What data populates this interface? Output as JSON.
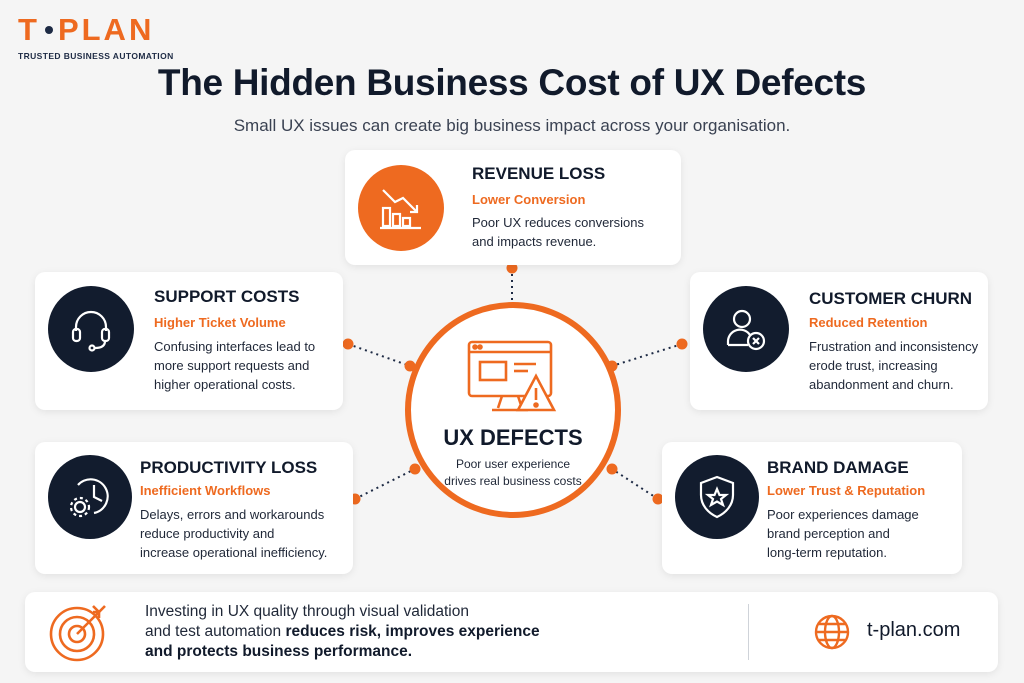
{
  "brand": {
    "name_left": "T",
    "name_right": "PLAN",
    "tagline": "TRUSTED BUSINESS AUTOMATION",
    "accent_color": "#ee6a20",
    "dark_color": "#121c2e"
  },
  "header": {
    "title": "The Hidden Business Cost of UX Defects",
    "subtitle": "Small UX issues can create big business impact across your organisation."
  },
  "center": {
    "icon": "monitor-warning-icon",
    "title": "UX DEFECTS",
    "desc_line1": "Poor user experience",
    "desc_line2": "drives real business costs"
  },
  "cards": {
    "revenue": {
      "icon": "chart-decline-icon",
      "title": "REVENUE LOSS",
      "subtitle": "Lower Conversion",
      "desc": [
        "Poor UX reduces conversions",
        "and impacts revenue."
      ]
    },
    "support": {
      "icon": "headset-icon",
      "title": "SUPPORT COSTS",
      "subtitle": "Higher Ticket Volume",
      "desc": [
        "Confusing interfaces lead to",
        "more support requests and",
        "higher operational costs."
      ]
    },
    "churn": {
      "icon": "user-remove-icon",
      "title": "CUSTOMER CHURN",
      "subtitle": "Reduced Retention",
      "desc": [
        "Frustration and inconsistency",
        "erode trust, increasing",
        "abandonment and churn."
      ]
    },
    "productivity": {
      "icon": "clock-gear-icon",
      "title": "PRODUCTIVITY LOSS",
      "subtitle": "Inefficient Workflows",
      "desc": [
        "Delays, errors and workarounds",
        "reduce productivity and",
        "increase operational inefficiency."
      ]
    },
    "brand": {
      "icon": "shield-star-icon",
      "title": "BRAND DAMAGE",
      "subtitle": "Lower Trust & Reputation",
      "desc": [
        "Poor experiences damage",
        "brand perception and",
        "long-term reputation."
      ]
    }
  },
  "footer": {
    "icon": "target-arrow-icon",
    "line1": "Investing in UX quality through visual validation",
    "line2_plain": "and test automation ",
    "line2_bold": "reduces risk, improves experience",
    "line3_bold": "and protects business performance.",
    "url_icon": "globe-icon",
    "url": "t-plan.com"
  }
}
